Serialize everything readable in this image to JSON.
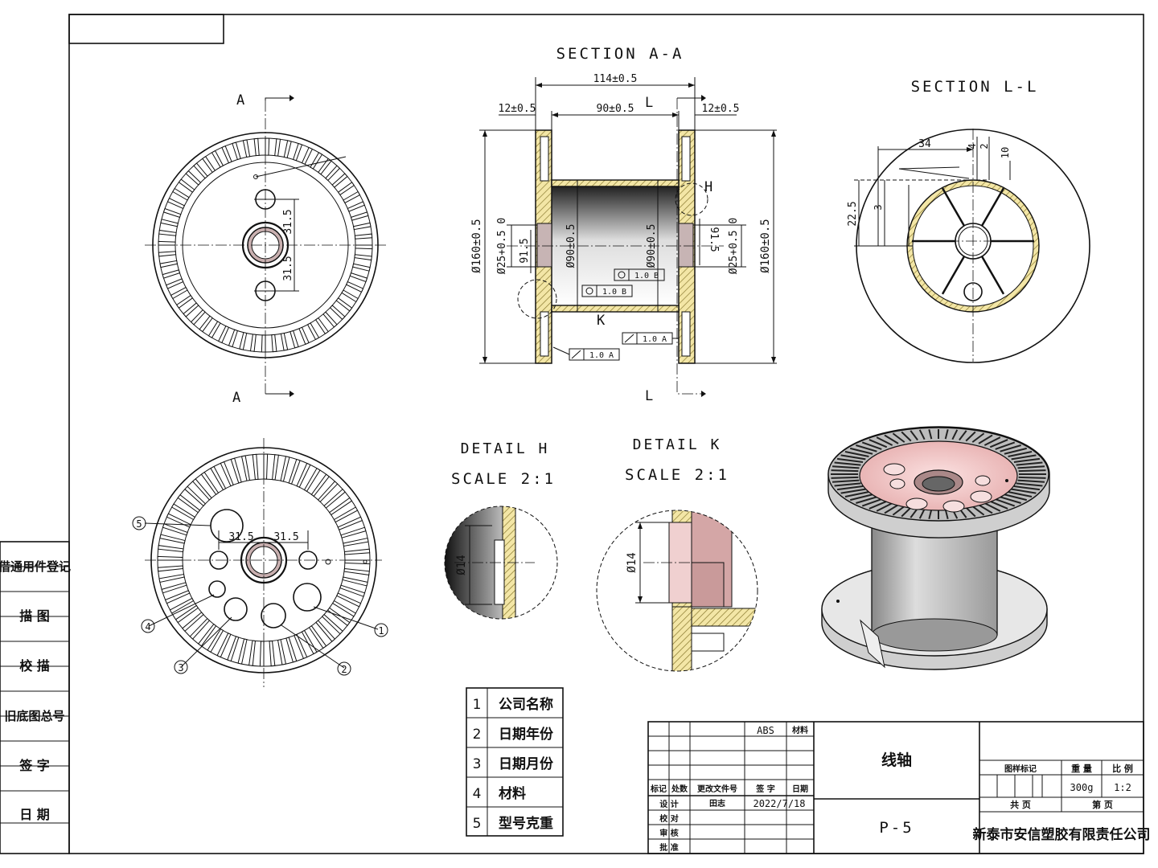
{
  "views": {
    "section_aa": {
      "title": "SECTION A-A",
      "dims": {
        "overall": "114±0.5",
        "inner": "90±0.5",
        "left_flange": "12±0.5",
        "right_flange": "12±0.5",
        "dia_flange_left": "Ø160±0.5",
        "dia_flange_right": "Ø160±0.5",
        "dia_core_left": "Ø90±0.5",
        "dia_core_right": "Ø90±0.5",
        "bore_left": "Ø25+0.5 0",
        "bore_right": "Ø25+0.5 0",
        "step_left": "91.5",
        "step_right": "91.5"
      },
      "letters": {
        "top": "L",
        "bottom": "L",
        "h_mark": "H",
        "k_mark": "K"
      },
      "tolerances": [
        "1.0 B",
        "1.0 B",
        "1.0 A",
        "1.0 A"
      ]
    },
    "section_ll": {
      "title": "SECTION L-L",
      "dims": {
        "d34": "34",
        "d4": "4",
        "d2": "2",
        "d10": "10",
        "d225": "22.5",
        "d3": "3"
      }
    },
    "front_view": {
      "section_letter_top": "A",
      "section_letter_bottom": "A",
      "dims": {
        "upper": "31.5",
        "lower": "31.5"
      }
    },
    "back_view": {
      "dims": {
        "left": "31.5",
        "right": "31.5"
      },
      "balloons": [
        "1",
        "2",
        "3",
        "4",
        "5"
      ]
    },
    "detail_h": {
      "title": "DETAIL H",
      "scale": "SCALE 2:1",
      "dim": "Ø14"
    },
    "detail_k": {
      "title": "DETAIL K",
      "scale": "SCALE 2:1",
      "dim": "Ø14"
    }
  },
  "legend": [
    {
      "num": "1",
      "text": "公司名称"
    },
    {
      "num": "2",
      "text": "日期年份"
    },
    {
      "num": "3",
      "text": "日期月份"
    },
    {
      "num": "4",
      "text": "材料"
    },
    {
      "num": "5",
      "text": "型号克重"
    }
  ],
  "left_strip": [
    "借通用件登记",
    "描 图",
    "校 描",
    "旧底图总号",
    "签 字",
    "日 期"
  ],
  "title_block": {
    "material": "ABS",
    "material_label": "材料",
    "part_name": "线轴",
    "drawing_no": "P-5",
    "marks_label": "图样标记",
    "weight_label": "重 量",
    "scale_label": "比 例",
    "weight": "300g",
    "scale": "1:2",
    "sheets_total_label": "共 页",
    "sheet_label": "第 页",
    "company": "新泰市安信塑胶有限责任公司",
    "rev_headers": [
      "标记",
      "处数",
      "更改文件号",
      "签 字",
      "日期"
    ],
    "design_label": "设 计",
    "designer": "田志",
    "date": "2022/7/18",
    "check_label": "校 对",
    "review_label": "审 核",
    "approve_label": "批 准"
  },
  "colors": {
    "hatch": "#d9c470",
    "core_pink": "#f3c9c9",
    "core_shade": "#777777"
  }
}
